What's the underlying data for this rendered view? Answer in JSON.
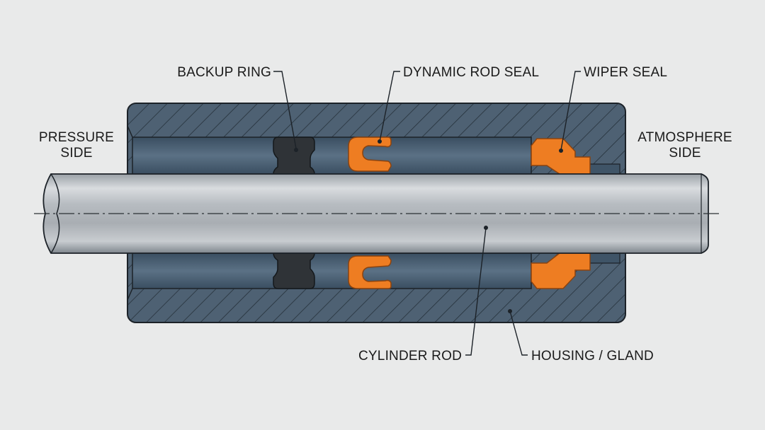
{
  "labels": {
    "backup_ring": "BACKUP RING",
    "dynamic_rod_seal": "DYNAMIC ROD SEAL",
    "wiper_seal": "WIPER SEAL",
    "pressure_side_line1": "PRESSURE",
    "pressure_side_line2": "SIDE",
    "atmosphere_side_line1": "ATMOSPHERE",
    "atmosphere_side_line2": "SIDE",
    "cylinder_rod": "CYLINDER ROD",
    "housing_gland": "HOUSING / GLAND"
  },
  "colors": {
    "background": "#e9eaea",
    "housing": "#4e6173",
    "bore": "#3f5467",
    "seal_orange": "#ee7d22",
    "backup_ring": "#2f3337",
    "rod_highlight": "#d7dadc",
    "outline": "#1c2228"
  }
}
